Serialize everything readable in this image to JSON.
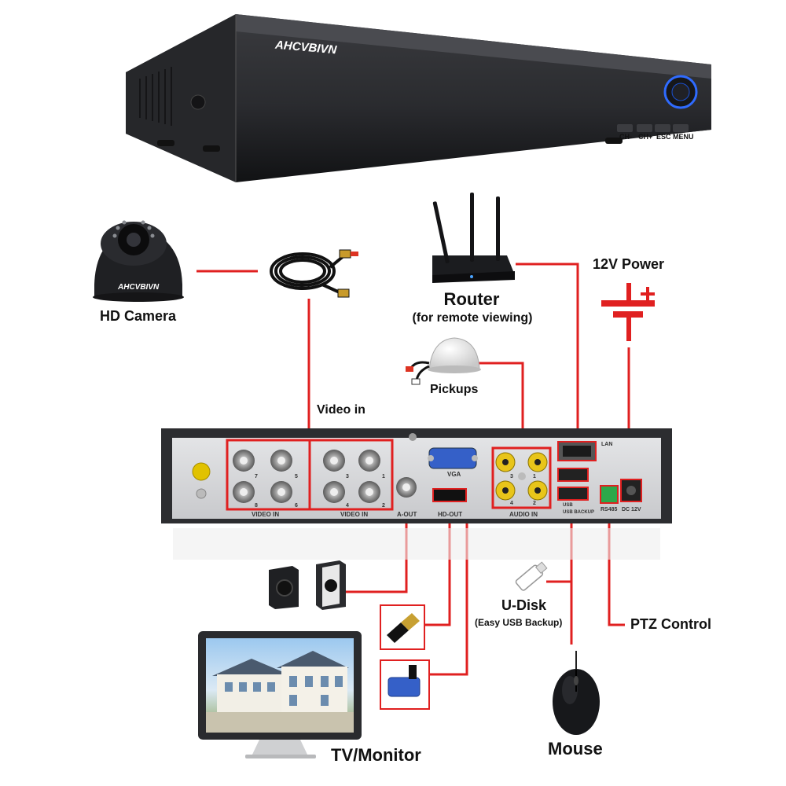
{
  "brand": "AHCVBIVN",
  "dvr_front_buttons": [
    "CH-",
    "CH+",
    "ESC",
    "MENU"
  ],
  "labels": {
    "hd_camera": "HD Camera",
    "router": "Router",
    "router_sub": "(for remote viewing)",
    "power": "12V Power",
    "pickups": "Pickups",
    "video_in": "Video in",
    "u_disk": "U-Disk",
    "u_disk_sub": "(Easy USB Backup)",
    "ptz": "PTZ Control",
    "tv_monitor": "TV/Monitor",
    "mouse": "Mouse"
  },
  "rear_panel": {
    "video_in_left": "VIDEO IN",
    "video_in_right": "VIDEO IN",
    "a_out": "A-OUT",
    "hd_out": "HD-OUT",
    "vga": "VGA",
    "audio_in": "AUDIO IN",
    "lan": "LAN",
    "usb": "USB",
    "usb_backup": "USB BACKUP",
    "rs485": "RS485",
    "dc12v": "DC 12V",
    "bnc_numbers_left": [
      "7",
      "5",
      "8",
      "6"
    ],
    "bnc_numbers_right": [
      "3",
      "1",
      "4",
      "2"
    ],
    "audio_numbers": [
      "3",
      "1",
      "4",
      "2"
    ]
  },
  "colors": {
    "connector_line": "#e02020",
    "device_dark": "#2a2b2e",
    "panel_silver": "#d9dadc"
  }
}
